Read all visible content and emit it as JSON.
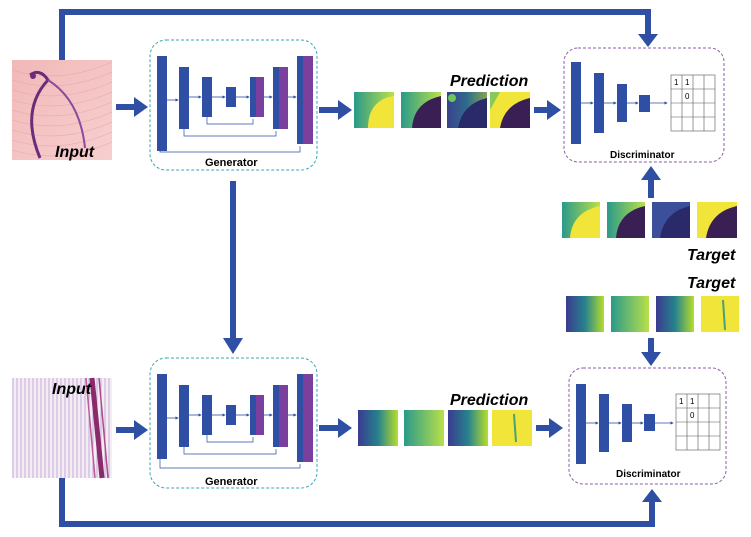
{
  "top": {
    "input_label": "Input",
    "generator_label": "Generator",
    "prediction_label": "Prediction",
    "discriminator_label": "Discriminator",
    "target_label": "Target",
    "grid_values": [
      "1",
      "1",
      "0"
    ]
  },
  "bottom": {
    "input_label": "Input",
    "generator_label": "Generator",
    "prediction_label": "Prediction",
    "discriminator_label": "Discriminator",
    "target_label": "Target",
    "grid_values": [
      "1",
      "1",
      "0"
    ]
  },
  "colors": {
    "arrow": "#2e4fa3",
    "block": "#2e4fa3",
    "purple_block": "#7b3f9e",
    "generator_border": "#3aa6b9",
    "discriminator_border": "#8a5fa8"
  }
}
